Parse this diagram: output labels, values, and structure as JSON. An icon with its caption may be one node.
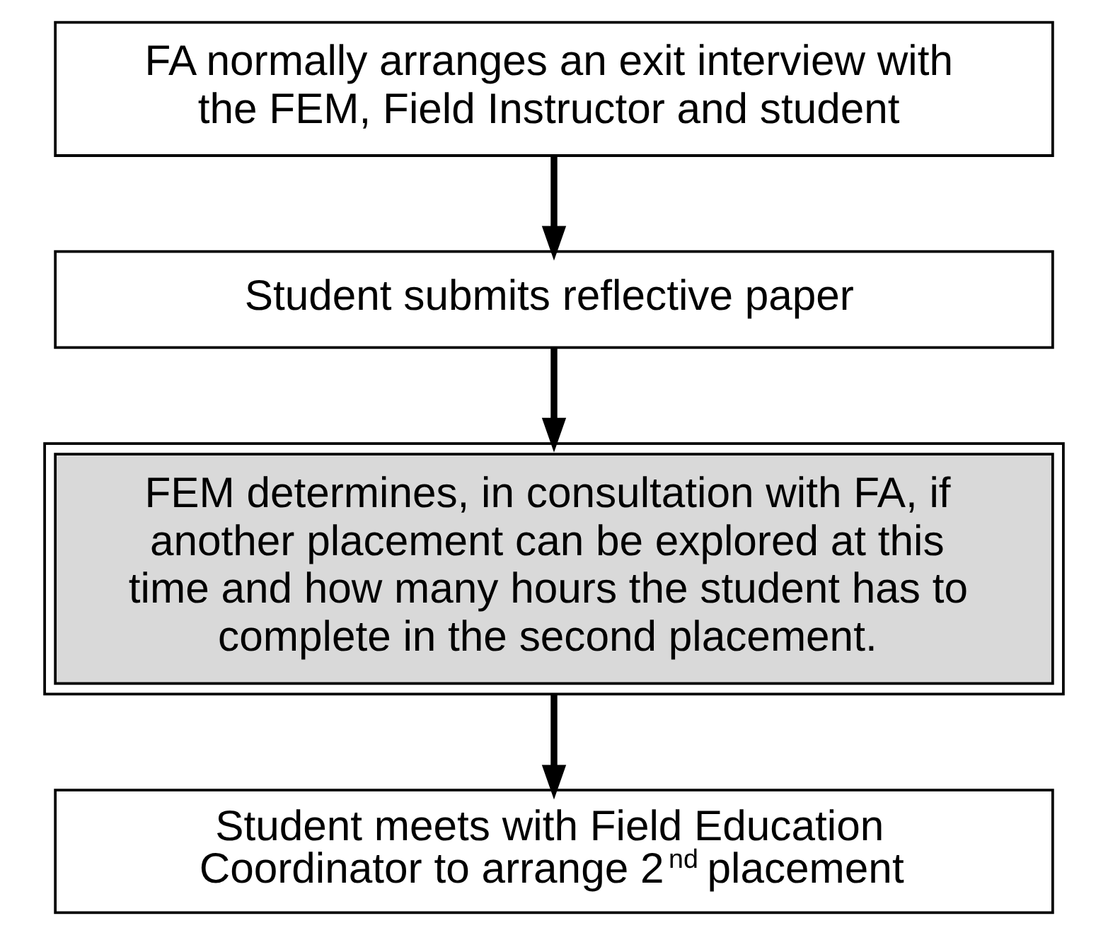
{
  "diagram": {
    "nodes": [
      {
        "text": [
          "FA normally arranges an exit interview with the FEM, Field Instructor and student"
        ]
      },
      {
        "text": [
          "Student submits reflective paper"
        ]
      },
      {
        "text": [
          "FEM determines, in consultation with FA, if another placement can be explored at this time and how many hours the student has to complete in the second placement."
        ]
      },
      {
        "text": [
          "Student meets with Field Education Coordinator to arrange 2$^{nd}$ placement"
        ]
      }
    ],
    "edges": [
      {
        "from": 0,
        "to": 1,
        "arrow": "to"
      },
      {
        "from": 1,
        "to": 2,
        "arrow": "to"
      },
      {
        "from": 2,
        "to": 3,
        "arrow": "to"
      }
    ]
  }
}
